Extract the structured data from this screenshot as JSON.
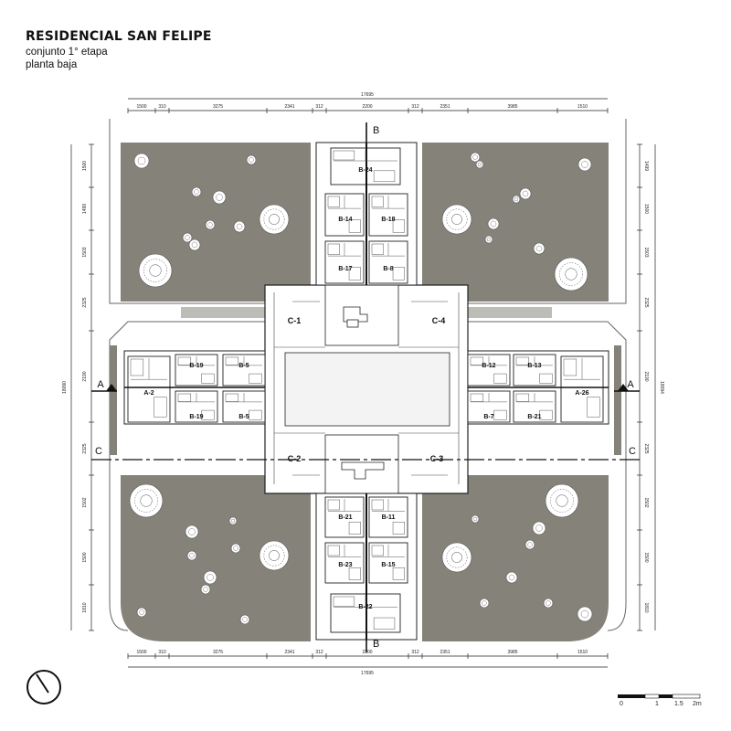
{
  "header": {
    "title": "RESIDENCIAL SAN FELIPE",
    "subtitle_1": "conjunto 1° etapa",
    "subtitle_2": "planta baja"
  },
  "dimensions": {
    "top_total": "17695",
    "top_segments": [
      "1500",
      "310",
      "3275",
      "2341",
      "312",
      "2200",
      "312",
      "2351",
      "3985",
      "1510"
    ],
    "bottom_total": "17695",
    "bottom_segments": [
      "1500",
      "310",
      "3275",
      "2341",
      "312",
      "2200",
      "312",
      "2351",
      "3985",
      "1510"
    ],
    "left_total": "18090",
    "left_segments": [
      "1500",
      "1499",
      "1503",
      "2325",
      "2190",
      "2325",
      "1502",
      "1500",
      "1810"
    ],
    "right_total": "18094",
    "right_segments": [
      "1499",
      "1500",
      "1503",
      "2325",
      "2190",
      "2325",
      "1502",
      "1500",
      "1810"
    ]
  },
  "section_marks": {
    "A": "A",
    "B": "B",
    "C": "C"
  },
  "units": {
    "top_block": [
      "B-24",
      "B-14",
      "B-18",
      "B-17",
      "B-8"
    ],
    "bottom_block": [
      "B-21",
      "B-11",
      "B-23",
      "B-15",
      "B-22"
    ],
    "left_block": [
      "A-2",
      "B-19",
      "B-5",
      "B-19",
      "B-5"
    ],
    "right_block": [
      "B-12",
      "B-13",
      "A-26",
      "B-7",
      "B-21"
    ],
    "center": [
      "C-1",
      "C-4",
      "C-2",
      "C-3"
    ]
  },
  "scale": {
    "labels": [
      "0",
      "1",
      "1.5",
      "2m"
    ]
  },
  "colors": {
    "garden": "#858279",
    "paper": "#ffffff",
    "ink": "#111111"
  },
  "icons": {
    "north": "north-arrow-icon",
    "tree": "tree-icon"
  }
}
